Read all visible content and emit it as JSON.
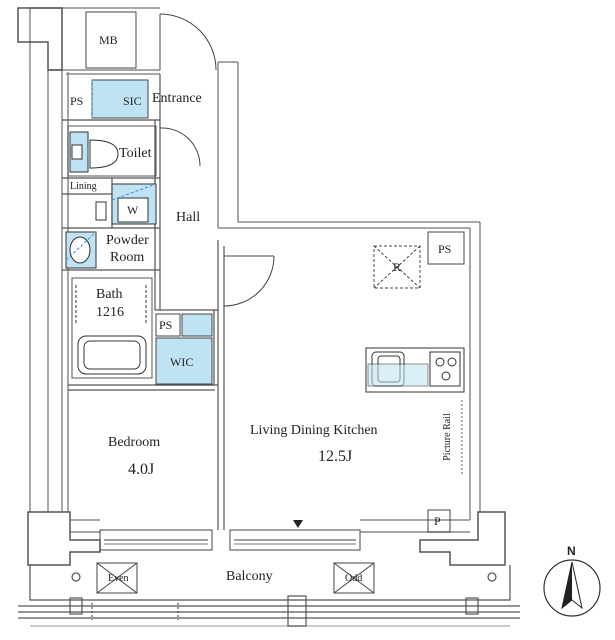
{
  "rooms": {
    "mb": "MB",
    "ps_top": "PS",
    "sic": "SIC",
    "entrance": "Entrance",
    "toilet": "Toilet",
    "lining": "Lining",
    "w": "W",
    "hall": "Hall",
    "powder_line1": "Powder",
    "powder_line2": "Room",
    "bath_line1": "Bath",
    "bath_line2": "1216",
    "ps_mid": "PS",
    "wic": "WIC",
    "bedroom": "Bedroom",
    "bedroom_size": "4.0J",
    "ldk": "Living Dining Kitchen",
    "ldk_size": "12.5J",
    "refrigerator": "R",
    "ps_right": "PS",
    "picture_rail": "Picture Rail",
    "p": "P",
    "balcony": "Balcony",
    "even": "Even",
    "odd": "Odd"
  },
  "compass": {
    "north": "N"
  },
  "colors": {
    "wall": "#9a9a9a",
    "wall_dark": "#555555",
    "fixture_blue": "#bfe3f2",
    "line": "#333333"
  }
}
